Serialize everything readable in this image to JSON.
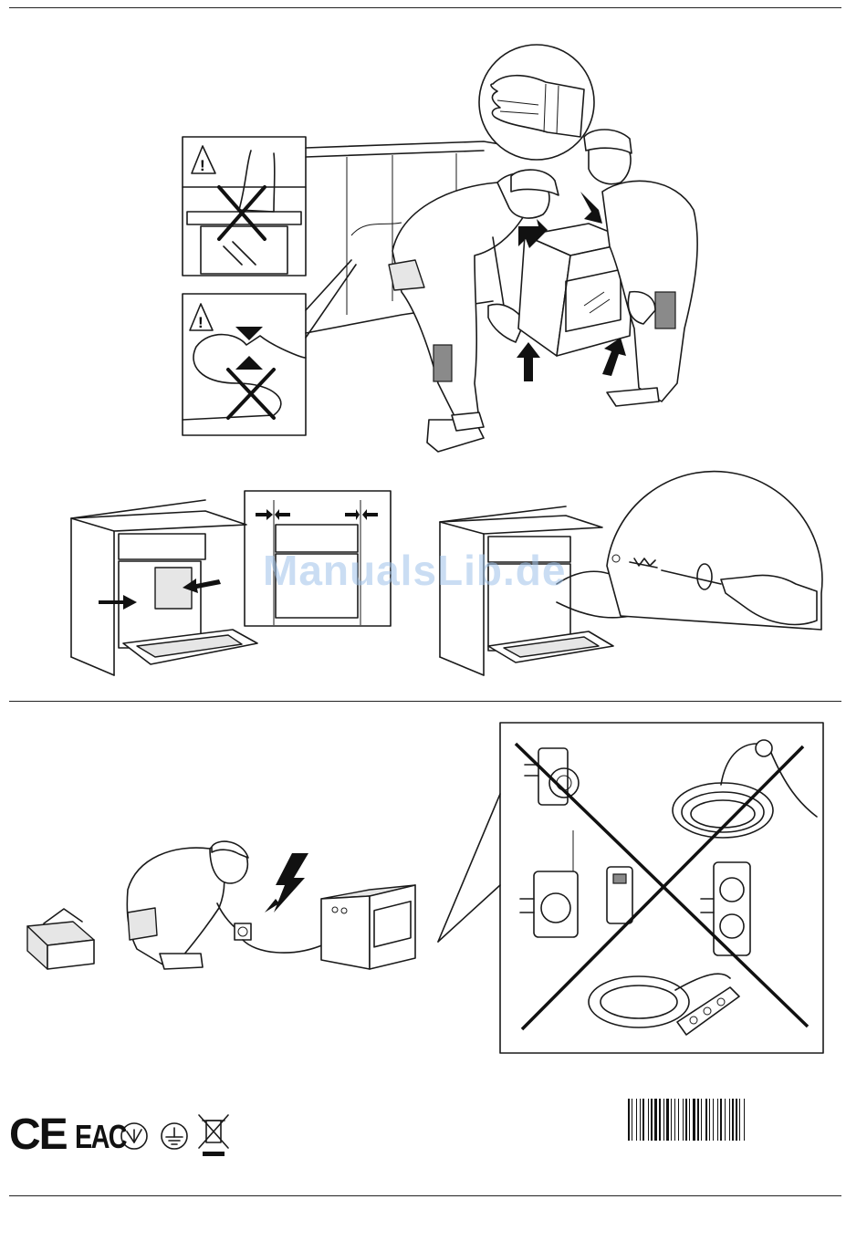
{
  "watermark": {
    "text": "ManualsLib.de"
  },
  "cert": {
    "ce_text": "CE",
    "eac_text": "EAC"
  },
  "icons": {
    "warning": "warning-triangle-icon",
    "cross": "prohibited-cross-icon",
    "glove": "protective-glove-icon",
    "lightning": "electric-hazard-icon",
    "weee": "crossed-bin-icon",
    "earth": "earth-ground-icon"
  },
  "colors": {
    "line": "#1a1a1a",
    "fill_grey": "#e6e6e6",
    "watermark": "#9fc3ea"
  }
}
